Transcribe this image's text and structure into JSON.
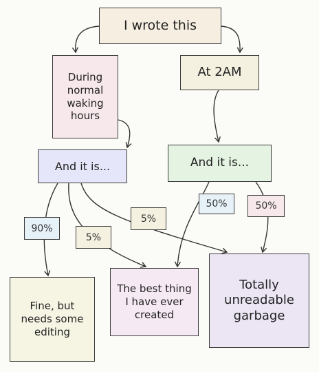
{
  "nodes": {
    "start": {
      "text": "I wrote this",
      "fill": "#f6efe1"
    },
    "normal_hours": {
      "text": "During normal waking hours",
      "fill": "#f7e8ec"
    },
    "two_am": {
      "text": "At 2AM",
      "fill": "#f4f1e0"
    },
    "and_it_is_left": {
      "text": "And it is...",
      "fill": "#e6e6fb"
    },
    "and_it_is_right": {
      "text": "And it is...",
      "fill": "#e4f3e2"
    },
    "fine": {
      "text": "Fine, but needs some editing",
      "fill": "#f6f5e4"
    },
    "best": {
      "text": "The best thing I have ever created",
      "fill": "#f5e9f3"
    },
    "garbage": {
      "text": "Totally unreadable garbage",
      "fill": "#ebe5f4"
    }
  },
  "edge_labels": {
    "pct_90": {
      "text": "90%",
      "fill": "#e6f1f8"
    },
    "pct_5_low": {
      "text": "5%",
      "fill": "#f4f1e0"
    },
    "pct_5_mid": {
      "text": "5%",
      "fill": "#f4f1e0"
    },
    "pct_50_left": {
      "text": "50%",
      "fill": "#e6f1f8"
    },
    "pct_50_right": {
      "text": "50%",
      "fill": "#f7e8ec"
    }
  }
}
